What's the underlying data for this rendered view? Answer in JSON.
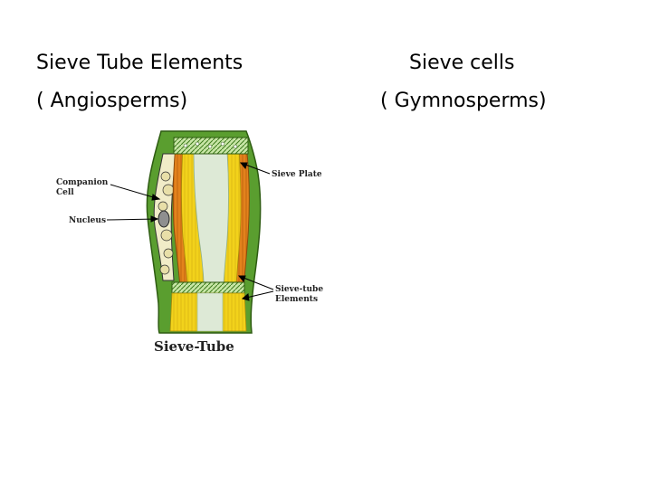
{
  "left_column": {
    "title": "Sieve Tube Elements",
    "subtitle": "( Angiosperms)"
  },
  "right_column": {
    "title": "Sieve cells",
    "subtitle": "( Gymnosperms)"
  },
  "diagram": {
    "labels": {
      "companion_cell_1": "Companion",
      "companion_cell_2": "Cell",
      "nucleus": "Nucleus",
      "sieve_plate": "Sieve Plate",
      "sieve_tube_elements_1": "Sieve-tube",
      "sieve_tube_elements_2": "Elements",
      "caption": "Sieve-Tube"
    },
    "colors": {
      "outer_green": "#5a9e2f",
      "yellow": "#f2d21b",
      "orange": "#e3821c",
      "pale_center": "#dde9d6"
    }
  }
}
